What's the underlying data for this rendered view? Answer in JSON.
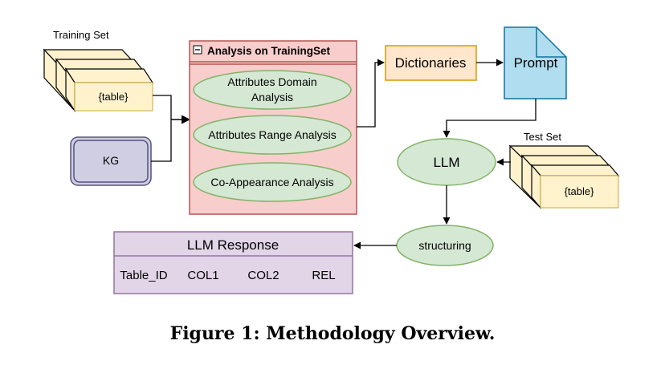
{
  "training_set": {
    "label": "Training Set",
    "item": "{table}"
  },
  "kg": {
    "label": "KG"
  },
  "analysis": {
    "title": "Analysis on TrainingSet",
    "items": [
      {
        "line1": "Attributes Domain",
        "line2": "Analysis"
      },
      {
        "line1": "Attributes Range Analysis",
        "line2": ""
      },
      {
        "line1": "Co-Appearance Analysis",
        "line2": ""
      }
    ]
  },
  "dictionaries": {
    "label": "Dictionaries"
  },
  "prompt": {
    "label": "Prompt"
  },
  "llm": {
    "label": "LLM"
  },
  "test_set": {
    "label": "Test Set",
    "item": "{table}"
  },
  "structuring": {
    "label": "structuring"
  },
  "response": {
    "title": "LLM Response",
    "columns": [
      "Table_ID",
      "COL1",
      "COL2",
      "REL"
    ]
  },
  "caption": "Figure 1: Methodology Overview.",
  "colors": {
    "table_fill": "#fff2cc",
    "table_stroke": "#d6b656",
    "kg_fill": "#d0cee2",
    "kg_stroke": "#56517e",
    "analysis_fill": "#f8cecc",
    "analysis_stroke": "#b85450",
    "ellipse_fill": "#d5e8d4",
    "ellipse_stroke": "#82b366",
    "dict_fill": "#ffe6cc",
    "dict_stroke": "#d79b00",
    "prompt_fill": "#b1ddf0",
    "prompt_stroke": "#10739e",
    "response_fill": "#e1d5e7",
    "response_stroke": "#9673a6"
  }
}
